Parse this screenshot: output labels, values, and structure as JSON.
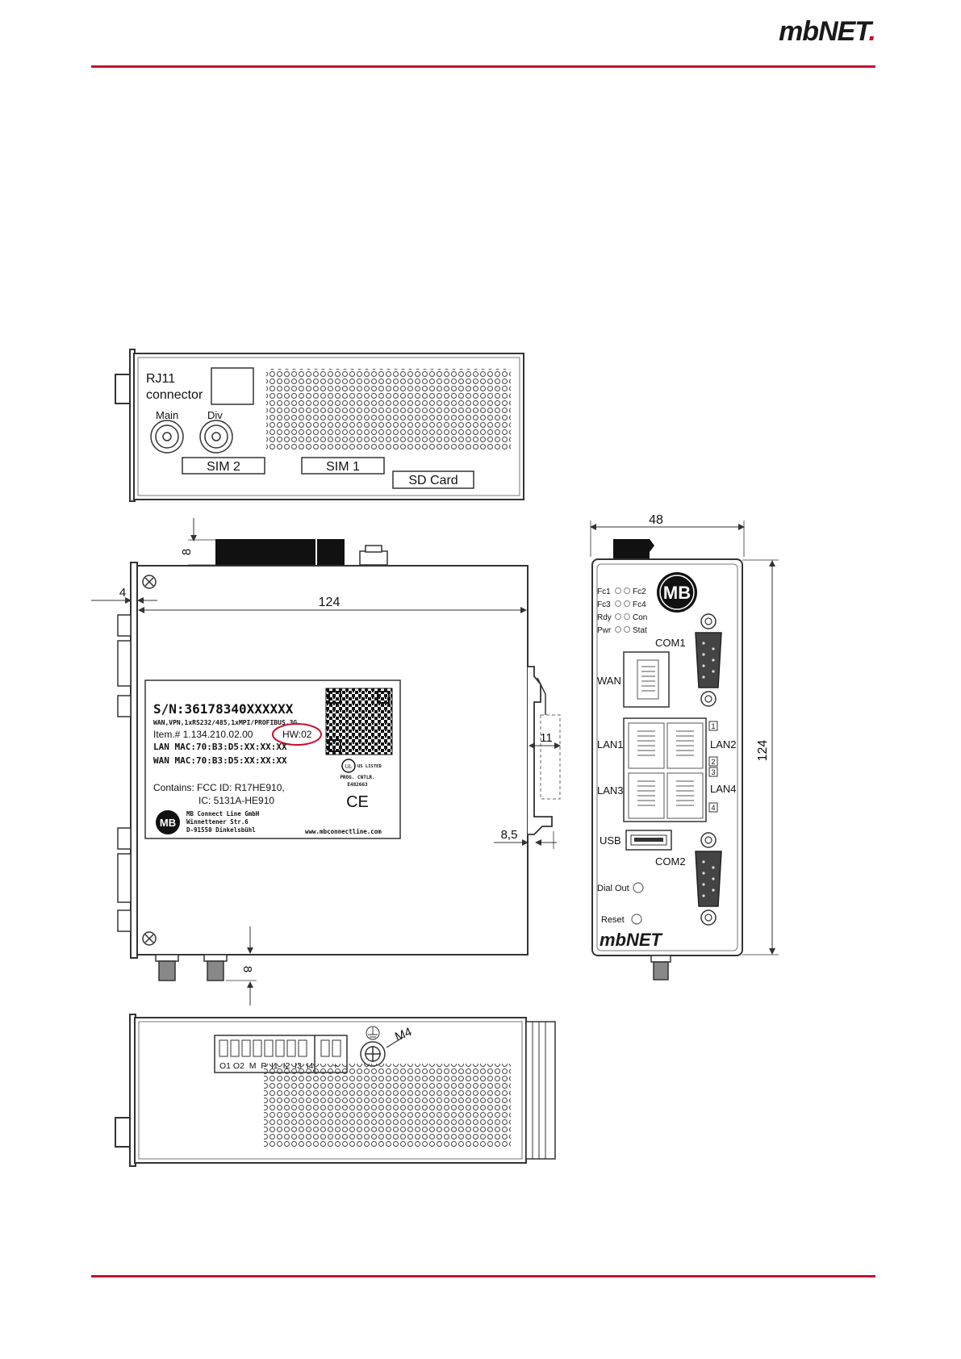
{
  "header": {
    "brand_main": "mbNET",
    "brand_dot": "."
  },
  "top_view": {
    "rj11_line1": "RJ11",
    "rj11_line2": "connector",
    "antenna_main": "Main",
    "antenna_div": "Div",
    "sim2": "SIM 2",
    "sim1": "SIM 1",
    "sd_card": "SD Card"
  },
  "side_view": {
    "dim_4": "4",
    "dim_124": "124",
    "dim_8_top": "8",
    "dim_8_bottom": "8",
    "dim_11": "11",
    "dim_8_5": "8,5",
    "label": {
      "serial": "S/N:36178340XXXXXX",
      "features": "WAN,VPN,1xRS232/485,1xMPI/PROFIBUS,3G",
      "item": "Item.# 1.134.210.02.00",
      "hw": "HW:02",
      "lan_mac": "LAN MAC:70:B3:D5:XX:XX:XX",
      "wan_mac": "WAN MAC:70:B3:D5:XX:XX:XX",
      "contains": "Contains: FCC ID: R17HE910,",
      "ic": "IC: 5131A-HE910",
      "company1": "MB Connect Line GmbH",
      "company2": "Winnettener Str.6",
      "company3": "D-91550 Dinkelsbühl",
      "url": "www.mbconnectline.com",
      "ul_listed": "US LISTED",
      "prog": "PROG. CNTLR.",
      "ul_number": "E482663",
      "ce": "CE",
      "mb": "MB"
    }
  },
  "front_view": {
    "dim_48": "48",
    "dim_124": "124",
    "led_fc1": "Fc1",
    "led_fc2": "Fc2",
    "led_fc3": "Fc3",
    "led_fc4": "Fc4",
    "led_rdy": "Rdy",
    "led_con": "Con",
    "led_pwr": "Pwr",
    "led_stat": "Stat",
    "mb": "MB",
    "com1": "COM1",
    "wan": "WAN",
    "lan1": "LAN1",
    "lan2": "LAN2",
    "lan3": "LAN3",
    "lan4": "LAN4",
    "port_n1": "1",
    "port_n2": "2",
    "port_n3": "3",
    "port_n4": "4",
    "usb": "USB",
    "com2": "COM2",
    "dial_out": "Dial Out",
    "reset": "Reset",
    "brand": "mbNET"
  },
  "bottom_view": {
    "terminals": "O1 O2  M  P  I1  I2  I3  I4    -   +",
    "m4": "M4"
  },
  "colors": {
    "accent": "#c8102e",
    "line": "#333333",
    "fill_dark": "#111111"
  }
}
